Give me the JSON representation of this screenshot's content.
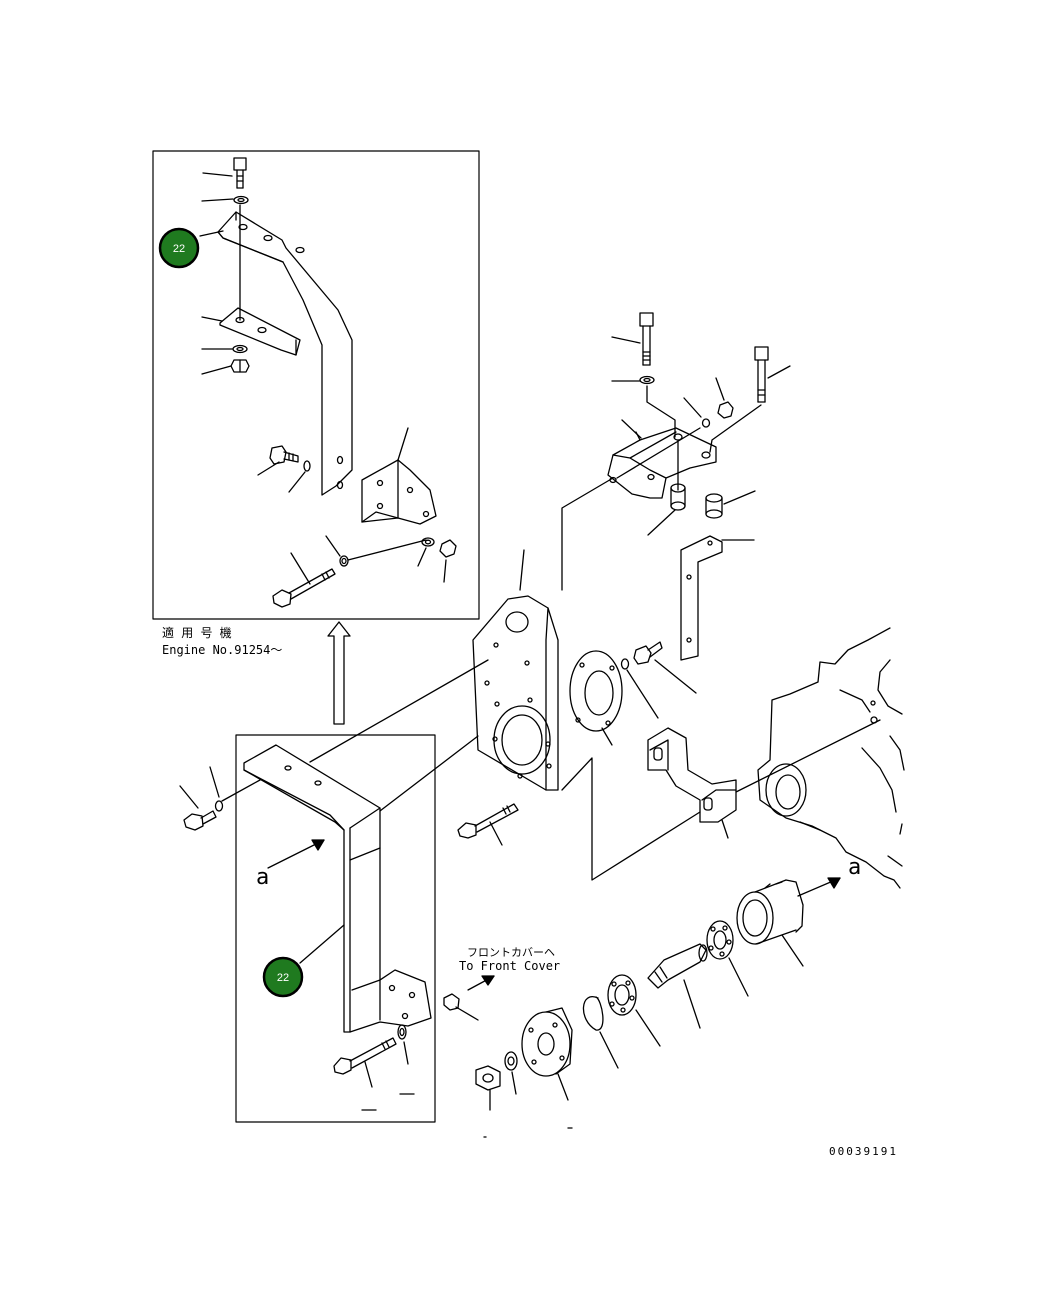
{
  "diagram": {
    "applicable_models_jp": "適 用 号 機",
    "engine_no": "Engine No.91254～",
    "to_front_cover_jp": "フロントカバーヘ",
    "to_front_cover_en": "To Front Cover",
    "view_marker_left": "a",
    "view_marker_right": "a",
    "figure_number": "00039191"
  },
  "callouts": [
    {
      "label": "22",
      "color": "#1f7a1f"
    },
    {
      "label": "22",
      "color": "#1f7a1f"
    }
  ]
}
